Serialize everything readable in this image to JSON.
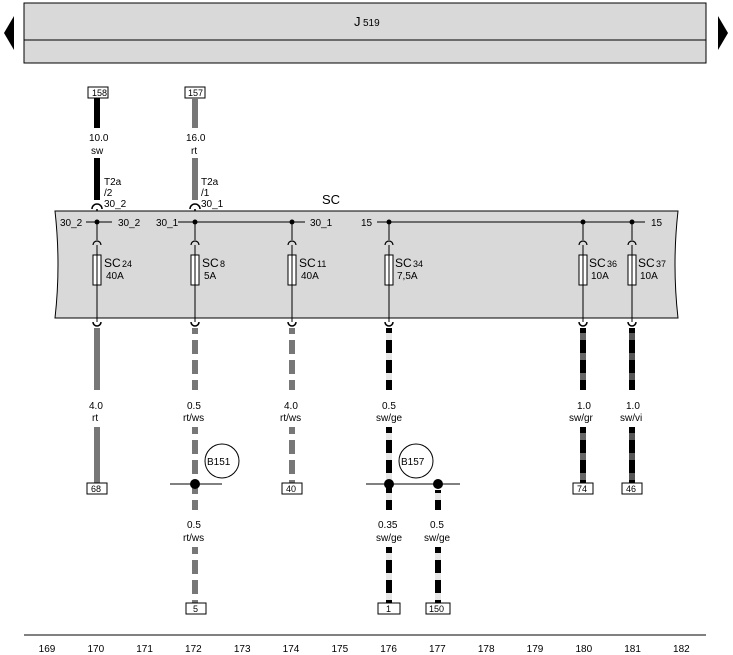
{
  "header": {
    "module_label": "J",
    "module_sub": "519",
    "nav_prev_icon": "triangle-left-icon",
    "nav_next_icon": "triangle-right-icon"
  },
  "fusebox": {
    "label": "SC",
    "rails": {
      "left_a": "30_2",
      "left_b": "30_2",
      "mid_a": "30_1",
      "mid_b": "30_1",
      "right_a": "15",
      "right_b": "15"
    }
  },
  "input_wires": [
    {
      "ref": "158",
      "size": "10.0",
      "color": "sw",
      "conn_a": "T2a",
      "conn_b": "/2",
      "conn_c": "30_2"
    },
    {
      "ref": "157",
      "size": "16.0",
      "color": "rt",
      "conn_a": "T2a",
      "conn_b": "/1",
      "conn_c": "30_1"
    }
  ],
  "fuses": [
    {
      "prefix": "SC",
      "num": "24",
      "rating": "40A",
      "size": "4.0",
      "color": "rt",
      "ref": "68"
    },
    {
      "prefix": "SC",
      "num": "8",
      "rating": "5A",
      "size": "0.5",
      "color": "rt/ws",
      "ref": ""
    },
    {
      "prefix": "SC",
      "num": "11",
      "rating": "40A",
      "size": "4.0",
      "color": "rt/ws",
      "ref": "40"
    },
    {
      "prefix": "SC",
      "num": "34",
      "rating": "7,5A",
      "size": "0.5",
      "color": "sw/ge",
      "ref": ""
    },
    {
      "prefix": "SC",
      "num": "36",
      "rating": "10A",
      "size": "1.0",
      "color": "sw/gr",
      "ref": "74"
    },
    {
      "prefix": "SC",
      "num": "37",
      "rating": "10A",
      "size": "1.0",
      "color": "sw/vi",
      "ref": "46"
    }
  ],
  "splices": [
    {
      "label": "B151"
    },
    {
      "label": "B157"
    }
  ],
  "branch_wires": [
    {
      "size": "0.5",
      "color": "rt/ws",
      "ref": "5"
    },
    {
      "size": "0.35",
      "color": "sw/ge",
      "ref": "1"
    },
    {
      "size": "0.5",
      "color": "sw/ge",
      "ref": "150"
    }
  ],
  "grid_numbers": [
    "169",
    "170",
    "171",
    "172",
    "173",
    "174",
    "175",
    "176",
    "177",
    "178",
    "179",
    "180",
    "181",
    "182"
  ],
  "colors": {
    "housing_fill": "#d9d9d9",
    "wire_sw": "#000000",
    "wire_rt": "#777777",
    "wire_ws": "#ffffff",
    "wire_ge": "#e6e6e6",
    "wire_gr": "#555555",
    "wire_vi": "#444444"
  }
}
